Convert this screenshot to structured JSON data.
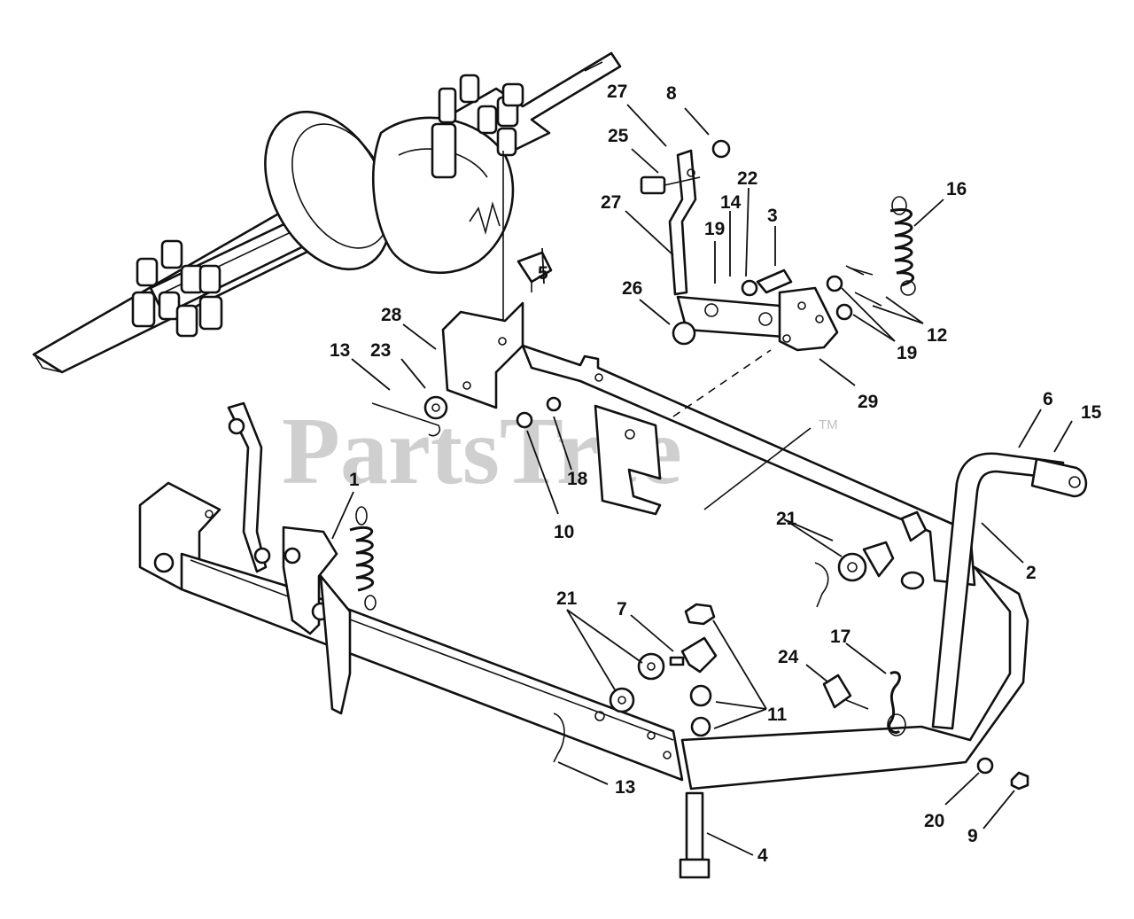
{
  "watermark": {
    "text": "PartsTree",
    "trademark": "TM"
  },
  "callouts": [
    {
      "id": "c27a",
      "label": "27"
    },
    {
      "id": "c8",
      "label": "8"
    },
    {
      "id": "c25",
      "label": "25"
    },
    {
      "id": "c22",
      "label": "22"
    },
    {
      "id": "c14",
      "label": "14"
    },
    {
      "id": "c3",
      "label": "3"
    },
    {
      "id": "c27b",
      "label": "27"
    },
    {
      "id": "c19a",
      "label": "19"
    },
    {
      "id": "c16",
      "label": "16"
    },
    {
      "id": "c5",
      "label": "5"
    },
    {
      "id": "c26",
      "label": "26"
    },
    {
      "id": "c28",
      "label": "28"
    },
    {
      "id": "c12",
      "label": "12"
    },
    {
      "id": "c19b",
      "label": "19"
    },
    {
      "id": "c13a",
      "label": "13"
    },
    {
      "id": "c23",
      "label": "23"
    },
    {
      "id": "c29",
      "label": "29"
    },
    {
      "id": "c6",
      "label": "6"
    },
    {
      "id": "c15",
      "label": "15"
    },
    {
      "id": "c18",
      "label": "18"
    },
    {
      "id": "c1",
      "label": "1"
    },
    {
      "id": "c10",
      "label": "10"
    },
    {
      "id": "c21a",
      "label": "21"
    },
    {
      "id": "c2",
      "label": "2"
    },
    {
      "id": "c21b",
      "label": "21"
    },
    {
      "id": "c7",
      "label": "7"
    },
    {
      "id": "c17",
      "label": "17"
    },
    {
      "id": "c24",
      "label": "24"
    },
    {
      "id": "c11",
      "label": "11"
    },
    {
      "id": "c13b",
      "label": "13"
    },
    {
      "id": "c20",
      "label": "20"
    },
    {
      "id": "c9",
      "label": "9"
    },
    {
      "id": "c4",
      "label": "4"
    }
  ]
}
